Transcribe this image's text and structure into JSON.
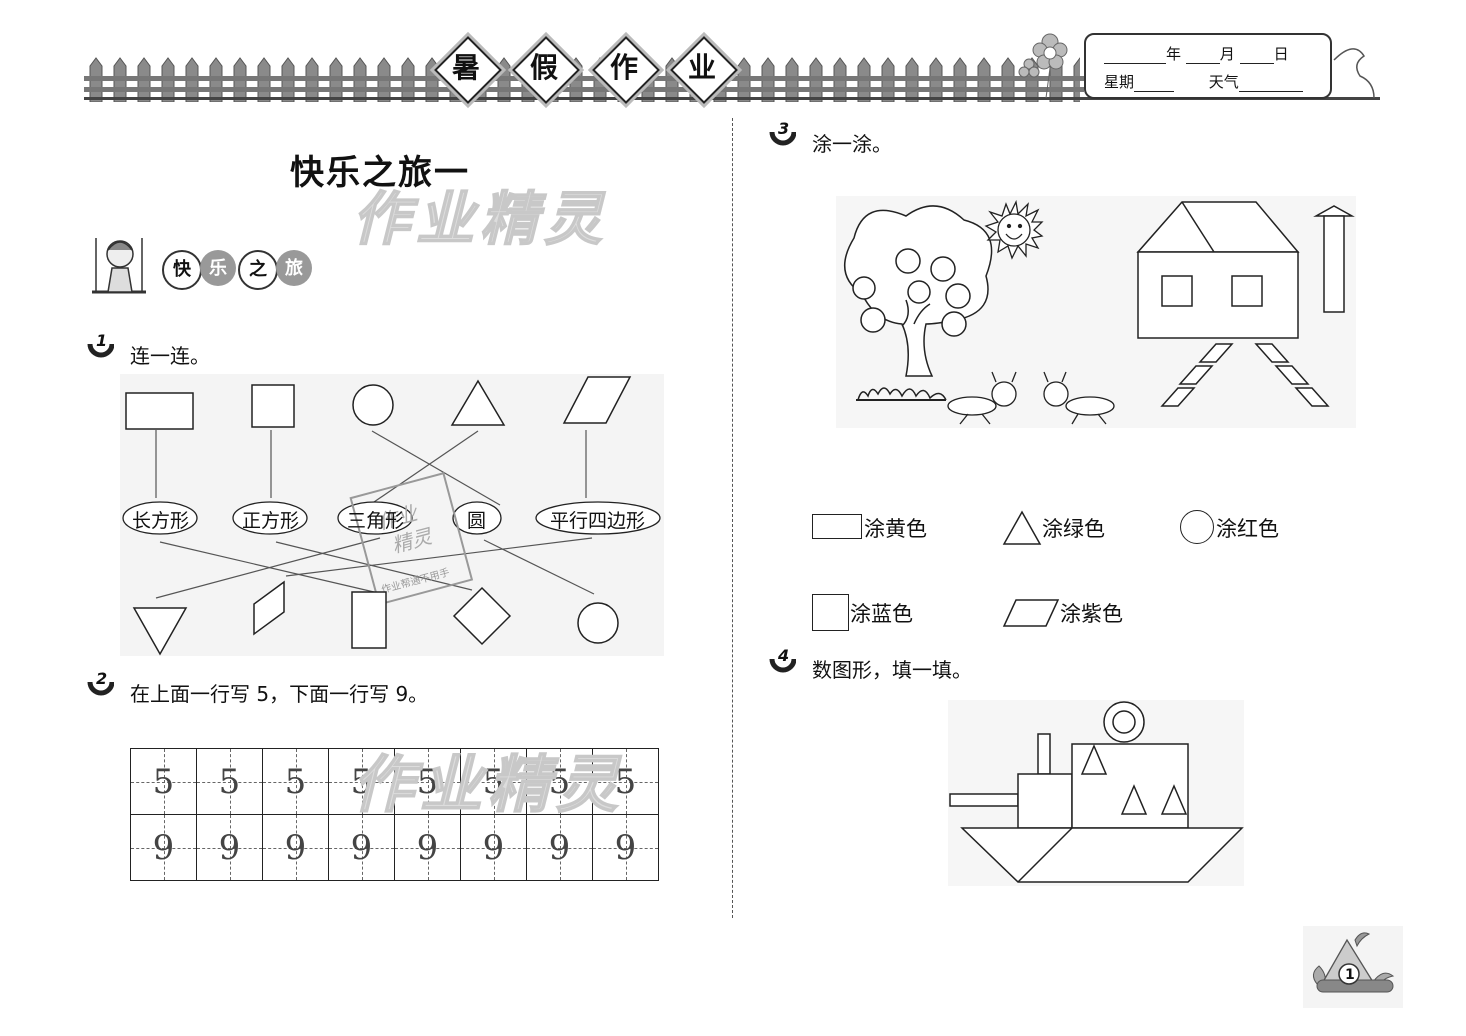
{
  "header": {
    "title_chars": [
      "暑",
      "假",
      "作",
      "业"
    ],
    "date": {
      "year": "年",
      "month": "月",
      "day": "日",
      "weekday": "星期",
      "weather": "天气"
    }
  },
  "page_title": "快乐之旅一",
  "section_badge": [
    "快",
    "乐",
    "之",
    "旅"
  ],
  "watermark": "作业精灵",
  "stamp": {
    "lines": [
      "作业",
      "精灵"
    ],
    "bottom": "作业帮通不用手"
  },
  "q1": {
    "num": "1",
    "text": "连一连。",
    "labels": [
      "长方形",
      "正方形",
      "三角形",
      "圆",
      "平行四边形"
    ]
  },
  "q2": {
    "num": "2",
    "text": "在上面一行写 5，下面一行写 9。",
    "rows": [
      [
        "5",
        "5",
        "5",
        "5",
        "5",
        "5",
        "5",
        "5"
      ],
      [
        "9",
        "9",
        "9",
        "9",
        "9",
        "9",
        "9",
        "9"
      ]
    ]
  },
  "q3": {
    "num": "3",
    "text": "涂一涂。",
    "legend": [
      "涂黄色",
      "涂绿色",
      "涂红色",
      "涂蓝色",
      "涂紫色"
    ]
  },
  "q4": {
    "num": "4",
    "text": "数图形，填一填。"
  },
  "page_number": "1"
}
